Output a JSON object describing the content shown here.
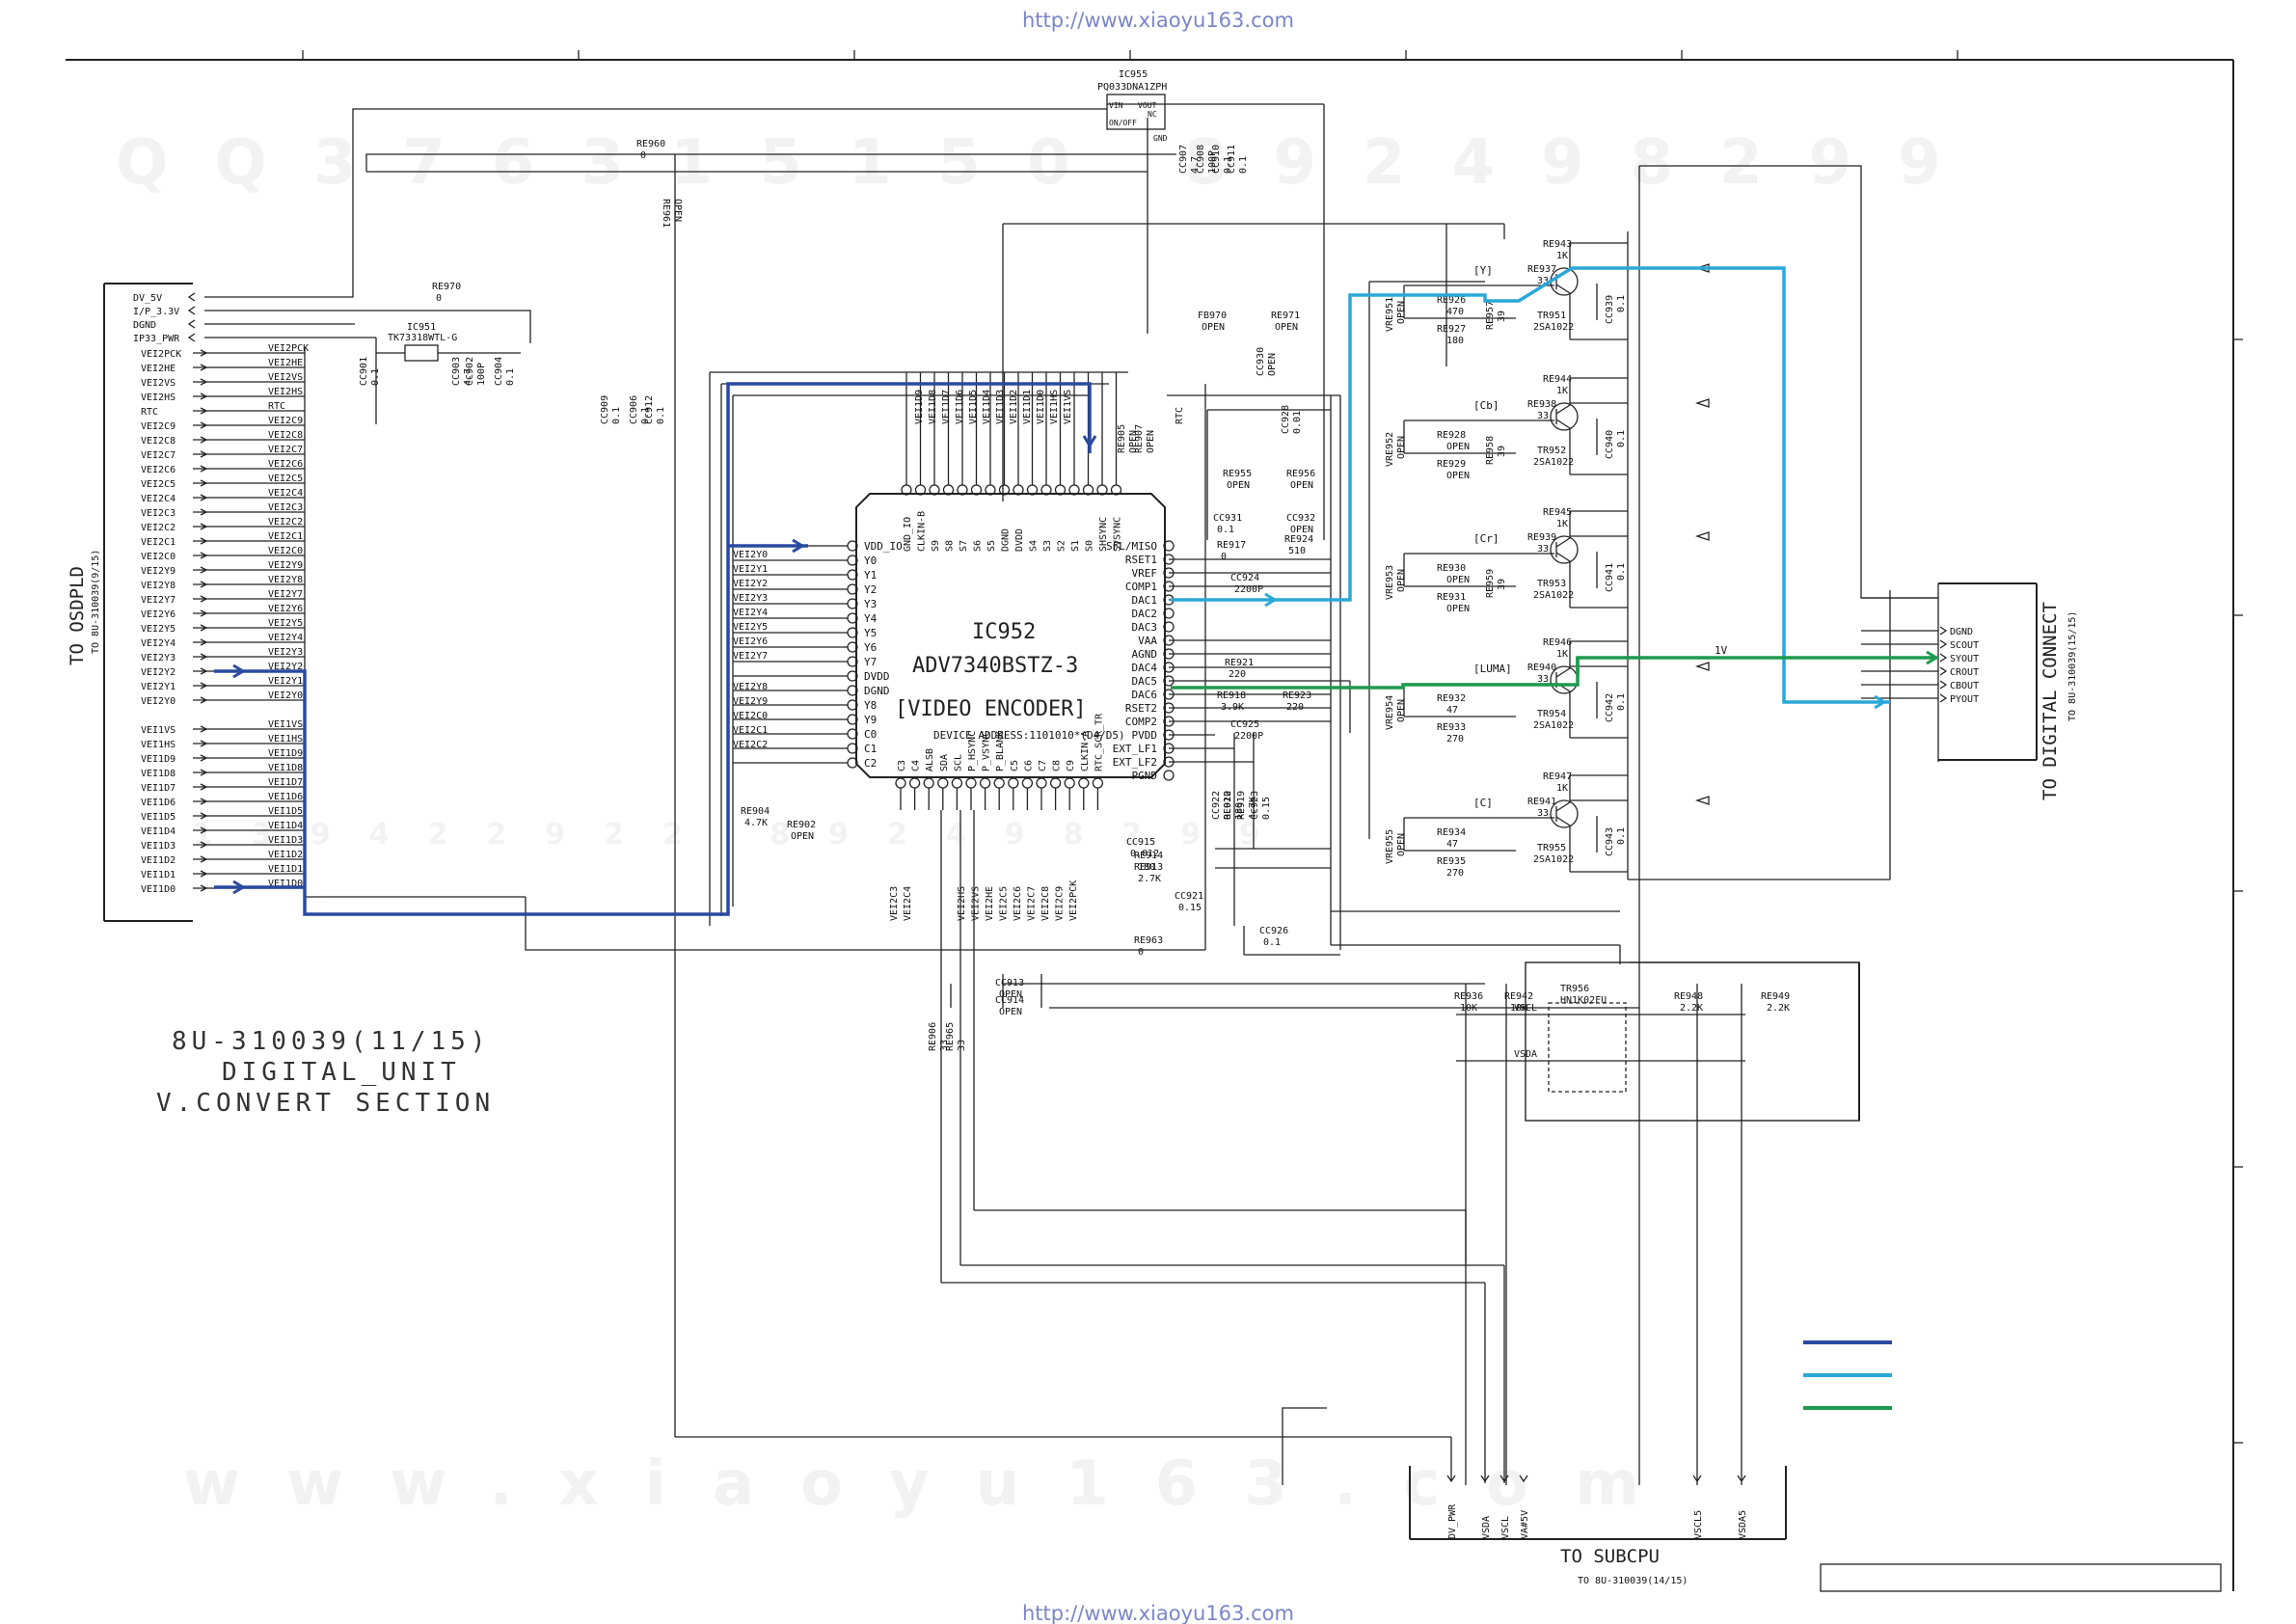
{
  "header": {
    "url": "http://www.xiaoyu163.com"
  },
  "footer": {
    "url": "http://www.xiaoyu163.com"
  },
  "watermarks": {
    "top": "QQ376315150  892498299",
    "middle": "139422922  892498299",
    "bottom": "www.xiaoyu163.com"
  },
  "colors": {
    "blue": "#2a4aa0",
    "cyan": "#2aa8d8",
    "green": "#1e9a4e",
    "wire": "#222222"
  },
  "title": {
    "line1": "8U-310039(11/15)",
    "line2": "DIGITAL_UNIT",
    "line3": "V.CONVERT SECTION"
  },
  "left_connector": {
    "name": "TO OSDPLD",
    "ref": "TO 8U-310039(9/15)",
    "top_pins": [
      "DV_5V",
      "I/P_3.3V",
      "DGND",
      "IP33_PWR"
    ],
    "pins": [
      "VEI2PCK",
      "VEI2HE",
      "VEI2VS",
      "VEI2HS",
      "RTC",
      "VEI2C9",
      "VEI2C8",
      "VEI2C7",
      "VEI2C6",
      "VEI2C5",
      "VEI2C4",
      "VEI2C3",
      "VEI2C2",
      "VEI2C1",
      "VEI2C0",
      "VEI2Y9",
      "VEI2Y8",
      "VEI2Y7",
      "VEI2Y6",
      "VEI2Y5",
      "VEI2Y4",
      "VEI2Y3",
      "VEI2Y2",
      "VEI2Y1",
      "VEI2Y0"
    ],
    "pins2": [
      "VEI1VS",
      "VEI1HS",
      "VEI1D9",
      "VEI1D8",
      "VEI1D7",
      "VEI1D6",
      "VEI1D5",
      "VEI1D4",
      "VEI1D3",
      "VEI1D2",
      "VEI1D1",
      "VEI1D0"
    ]
  },
  "ic955": {
    "ref": "IC955",
    "part": "PQ033DNA1ZPH",
    "pins": [
      "VIN",
      "VOUT",
      "NC",
      "ON/OFF",
      "GND"
    ]
  },
  "ic951": {
    "ref": "IC951",
    "part": "TK73318WTL-G"
  },
  "ic952": {
    "ref": "IC952",
    "part": "ADV7340BSTZ-3",
    "desc": "[VIDEO ENCODER]",
    "addr": "DEVICE ADDRESS:1101010*(D4/D5)",
    "left_pins": [
      "VDD_IO",
      "Y0",
      "Y1",
      "Y2",
      "Y3",
      "Y4",
      "Y5",
      "Y6",
      "Y7",
      "DVDD",
      "DGND",
      "Y8",
      "Y9",
      "C0",
      "C1",
      "C2"
    ],
    "right_pins": [
      "SFL/MISO",
      "RSET1",
      "VREF",
      "COMP1",
      "DAC1",
      "DAC2",
      "DAC3",
      "VAA",
      "AGND",
      "DAC4",
      "DAC5",
      "DAC6",
      "RSET2",
      "COMP2",
      "PVDD",
      "EXT_LF1",
      "EXT_LF2",
      "PGND"
    ],
    "top_pins": [
      "GND_IO",
      "CLKIN-B",
      "S9",
      "S8",
      "S7",
      "S6",
      "S5",
      "DGND",
      "DVDD",
      "S4",
      "S3",
      "S2",
      "S1",
      "S0",
      "SHSYNC",
      "SVSYNC"
    ],
    "bottom_pins": [
      "C3",
      "C4",
      "ALSB",
      "SDA",
      "SCL",
      "P_HSYNC",
      "P_VSYNC",
      "P_BLANK",
      "C5",
      "C6",
      "C7",
      "C8",
      "C9",
      "CLKIN-A",
      "RTC_SCR_TR"
    ]
  },
  "bus_labels_left": [
    "VEI2Y0",
    "VEI2Y1",
    "VEI2Y2",
    "VEI2Y3",
    "VEI2Y4",
    "VEI2Y5",
    "VEI2Y6",
    "VEI2Y7",
    "VEI2Y8",
    "VEI2Y9",
    "VEI2C0",
    "VEI2C1",
    "VEI2C2"
  ],
  "bus_labels_top": [
    "VEI1D9",
    "VEI1D8",
    "VEI1D7",
    "VEI1D6",
    "VEI1D5",
    "VEI1D4",
    "VEI1D3",
    "VEI1D2",
    "VEI1D1",
    "VEI1D0",
    "VEI1HS",
    "VEI1VS",
    "RTC"
  ],
  "bus_labels_bottom": [
    "VEI2C3",
    "VEI2C4",
    "VEI2HS",
    "VEI2VS",
    "VEI2HE",
    "VEI2C5",
    "VEI2C6",
    "VEI2C7",
    "VEI2C8",
    "VEI2C9",
    "VEI2PCK"
  ],
  "components": [
    {
      "ref": "RE960",
      "val": "0"
    },
    {
      "ref": "RE961",
      "val": "OPEN"
    },
    {
      "ref": "RE970",
      "val": "0"
    },
    {
      "ref": "CC901",
      "val": "0.1"
    },
    {
      "ref": "CC903",
      "val": "4.7"
    },
    {
      "ref": "CC902",
      "val": "100P"
    },
    {
      "ref": "CC904",
      "val": "0.1"
    },
    {
      "ref": "CC909",
      "val": "0.1"
    },
    {
      "ref": "CC906",
      "val": "0.1"
    },
    {
      "ref": "CC912",
      "val": "0.1"
    },
    {
      "ref": "CC907",
      "val": "4.7"
    },
    {
      "ref": "CC908",
      "val": "100P"
    },
    {
      "ref": "CC910",
      "val": "0.1"
    },
    {
      "ref": "CC911",
      "val": "0.1"
    },
    {
      "ref": "FB970",
      "val": "OPEN"
    },
    {
      "ref": "RE971",
      "val": "OPEN"
    },
    {
      "ref": "CC930",
      "val": "OPEN"
    },
    {
      "ref": "RE905",
      "val": "OPEN"
    },
    {
      "ref": "RE907",
      "val": "OPEN"
    },
    {
      "ref": "CC928",
      "val": "0.01"
    },
    {
      "ref": "RE955",
      "val": "OPEN"
    },
    {
      "ref": "RE956",
      "val": "OPEN"
    },
    {
      "ref": "CC931",
      "val": "0.1"
    },
    {
      "ref": "CC932",
      "val": "OPEN"
    },
    {
      "ref": "RE917",
      "val": "0"
    },
    {
      "ref": "RE924",
      "val": "510"
    },
    {
      "ref": "CC924",
      "val": "2200P"
    },
    {
      "ref": "RE921",
      "val": "220"
    },
    {
      "ref": "RE918",
      "val": "3.9K"
    },
    {
      "ref": "RE923",
      "val": "220"
    },
    {
      "ref": "CC925",
      "val": "2200P"
    },
    {
      "ref": "RE904",
      "val": "4.7K"
    },
    {
      "ref": "RE902",
      "val": "OPEN"
    },
    {
      "ref": "CC922",
      "val": "0.012"
    },
    {
      "ref": "RE920",
      "val": "180"
    },
    {
      "ref": "RE919",
      "val": "4.7K"
    },
    {
      "ref": "CC923",
      "val": "0.15"
    },
    {
      "ref": "CC915",
      "val": "0.012"
    },
    {
      "ref": "RE914",
      "val": "180"
    },
    {
      "ref": "RE913",
      "val": "2.7K"
    },
    {
      "ref": "CC921",
      "val": "0.15"
    },
    {
      "ref": "RE963",
      "val": "0"
    },
    {
      "ref": "CC926",
      "val": "0.1"
    },
    {
      "ref": "CC913",
      "val": "OPEN"
    },
    {
      "ref": "CC914",
      "val": "OPEN"
    },
    {
      "ref": "RE906",
      "val": "33"
    },
    {
      "ref": "RE965",
      "val": "33"
    }
  ],
  "outputs": [
    {
      "name": "[Y]",
      "tr": "TR951",
      "trpart": "2SA1022",
      "rtop": "RE943",
      "rtopv": "1K",
      "rb": "RE937",
      "rbv": "33",
      "r1": "RE926",
      "r1v": "470",
      "r2": "RE927",
      "r2v": "180",
      "r3": "RE957",
      "r3v": "39",
      "cc": "CC939",
      "ccv": "0.1",
      "vr": "VRE951",
      "vrv": "OPEN"
    },
    {
      "name": "[Cb]",
      "tr": "TR952",
      "trpart": "2SA1022",
      "rtop": "RE944",
      "rtopv": "1K",
      "rb": "RE938",
      "rbv": "33",
      "r1": "RE928",
      "r1v": "OPEN",
      "r2": "RE929",
      "r2v": "OPEN",
      "r3": "RE958",
      "r3v": "39",
      "cc": "CC940",
      "ccv": "0.1",
      "vr": "VRE952",
      "vrv": "OPEN"
    },
    {
      "name": "[Cr]",
      "tr": "TR953",
      "trpart": "2SA1022",
      "rtop": "RE945",
      "rtopv": "1K",
      "rb": "RE939",
      "rbv": "33",
      "r1": "RE930",
      "r1v": "OPEN",
      "r2": "RE931",
      "r2v": "OPEN",
      "r3": "RE959",
      "r3v": "39",
      "cc": "CC941",
      "ccv": "0.1",
      "vr": "VRE953",
      "vrv": "OPEN"
    },
    {
      "name": "[LUMA]",
      "tr": "TR954",
      "trpart": "2SA1022",
      "rtop": "RE946",
      "rtopv": "1K",
      "rb": "RE940",
      "rbv": "33",
      "r1": "RE932",
      "r1v": "47",
      "r2": "RE933",
      "r2v": "270",
      "r3": "",
      "r3v": "",
      "cc": "CC942",
      "ccv": "0.1",
      "vr": "VRE954",
      "vrv": "OPEN"
    },
    {
      "name": "[C]",
      "tr": "TR955",
      "trpart": "2SA1022",
      "rtop": "RE947",
      "rtopv": "1K",
      "rb": "RE941",
      "rbv": "33",
      "r1": "RE934",
      "r1v": "47",
      "r2": "RE935",
      "r2v": "270",
      "r3": "",
      "r3v": "",
      "cc": "CC943",
      "ccv": "0.1",
      "vr": "VRE955",
      "vrv": "OPEN"
    }
  ],
  "right_connector": {
    "name": "TO DIGITAL CONNECT",
    "ref": "TO 8U-310039(15/15)",
    "pins": [
      "DGND",
      "SCOUT",
      "SYOUT",
      "CROUT",
      "CBOUT",
      "PYOUT"
    ],
    "level": "1V"
  },
  "subcpu": {
    "name": "TO SUBCPU",
    "ref": "TO 8U-310039(14/15)",
    "pins": [
      "DV_PWR",
      "VSDA",
      "VSCL",
      "VA#5V",
      "VSCL5",
      "VSDA5"
    ],
    "tr": "TR956",
    "trpart": "HN1K02FU",
    "r": [
      {
        "ref": "RE936",
        "val": "10K"
      },
      {
        "ref": "RE942",
        "val": "10K"
      },
      {
        "ref": "RE948",
        "val": "2.2K"
      },
      {
        "ref": "RE949",
        "val": "2.2K"
      }
    ],
    "labels": [
      "VSCL",
      "VSDA"
    ]
  }
}
